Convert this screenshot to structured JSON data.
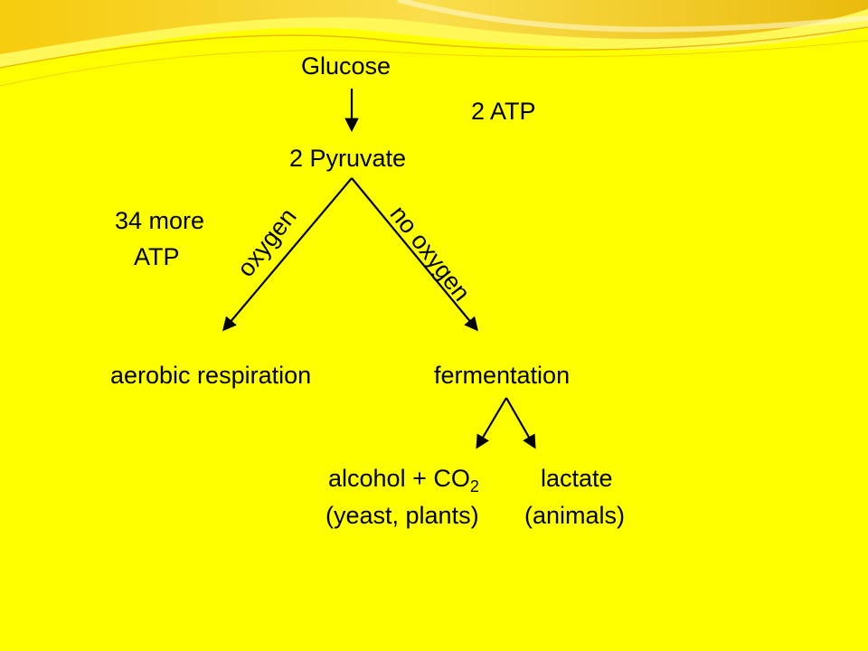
{
  "diagram": {
    "nodes": {
      "glucose": "Glucose",
      "pyruvate": "2 Pyruvate",
      "aerobic": "aerobic respiration",
      "fermentation": "fermentation",
      "alcohol_line1_main": "alcohol + CO",
      "alcohol_line1_sub": "2",
      "alcohol_line2": "(yeast, plants)",
      "lactate_line1": "lactate",
      "lactate_line2": "(animals)"
    },
    "annotations": {
      "glycolysis_atp": "2 ATP",
      "aerobic_atp_line1": "34 more",
      "aerobic_atp_line2": "ATP"
    },
    "edge_labels": {
      "oxygen": "oxygen",
      "no_oxygen": "no oxygen"
    }
  },
  "colors": {
    "background": "#ffff00",
    "text": "#000000",
    "swoosh_light": "#fff59a",
    "swoosh_mid": "#f7d23a",
    "swoosh_dark": "#e8b400"
  }
}
